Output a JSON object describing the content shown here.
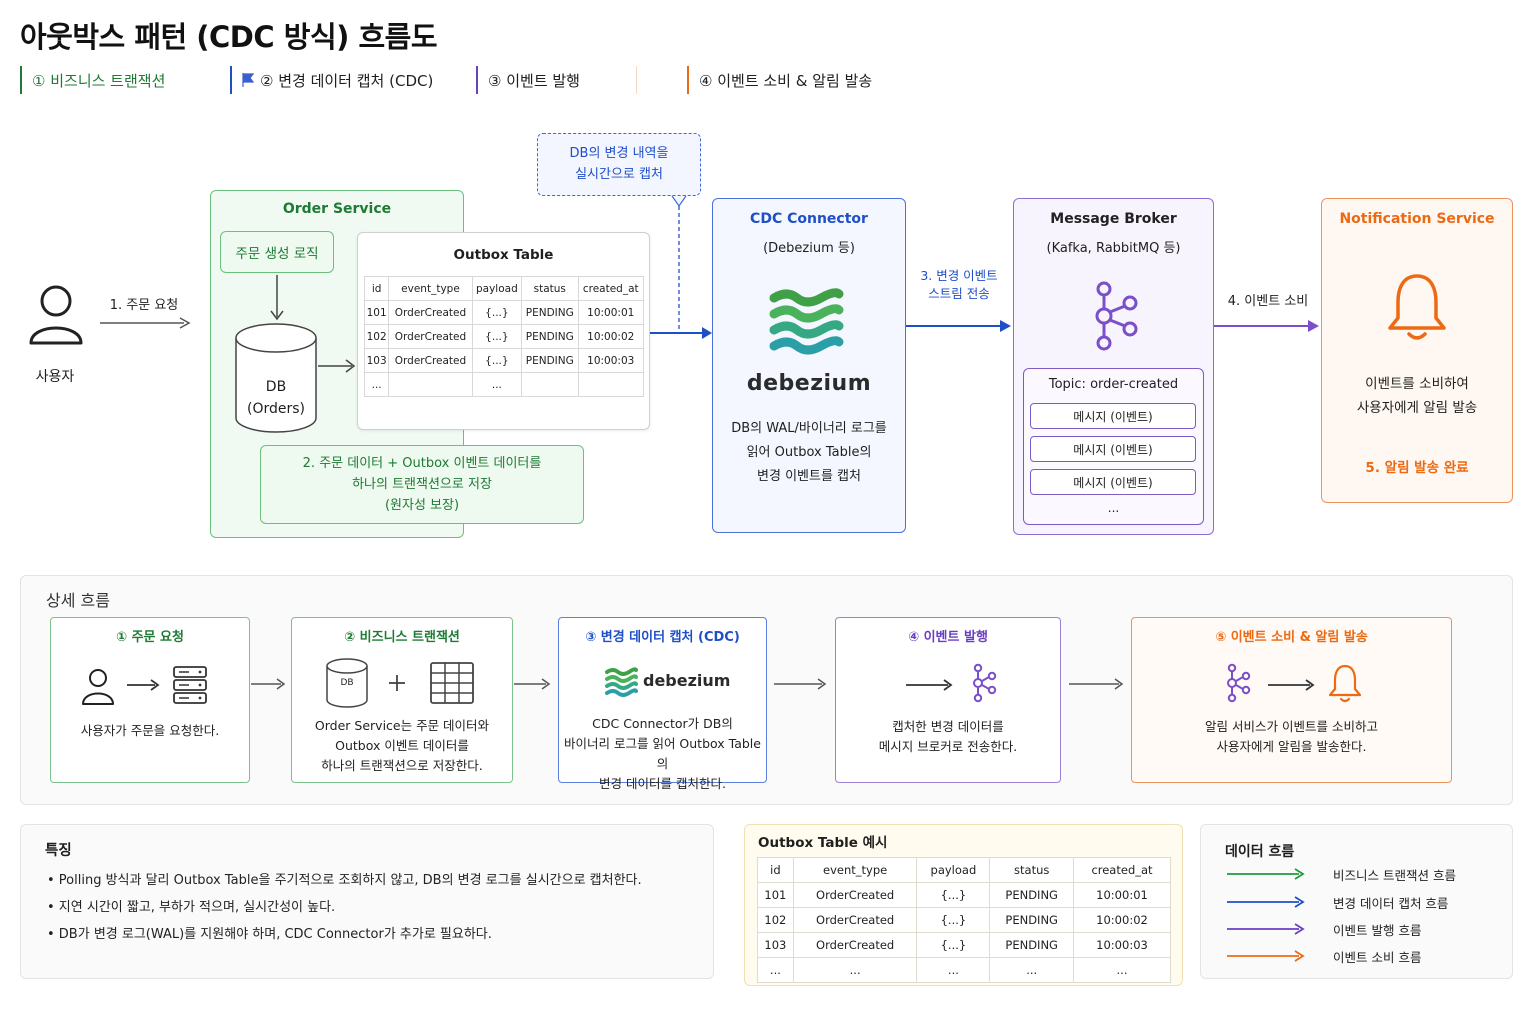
{
  "title": "아웃박스 패턴 (CDC 방식) 흐름도",
  "legend": [
    {
      "label": "① 비즈니스 트랜잭션",
      "color": "#1e7a34"
    },
    {
      "label": "② 변경 데이터 캡처 (CDC)",
      "color": "#1f4fc7"
    },
    {
      "label": "③ 이벤트 발행",
      "color": "#6a3fc1"
    },
    {
      "label": "④ 이벤트 소비 & 알림 발송",
      "color": "#ec6a14"
    }
  ],
  "user": {
    "label": "사용자",
    "arrow_label": "1. 주문 요청"
  },
  "order_service": {
    "title": "Order Service",
    "logic": "주문 생성 로직",
    "db_line1": "DB",
    "db_line2": "(Orders)",
    "note_line1": "2. 주문 데이터 + Outbox 이벤트 데이터를",
    "note_line2": "하나의 트랜잭션으로 저장",
    "note_line3": "(원자성 보장)"
  },
  "outbox_table": {
    "title": "Outbox Table",
    "headers": [
      "id",
      "event_type",
      "payload",
      "status",
      "created_at"
    ],
    "rows": [
      [
        "101",
        "OrderCreated",
        "{...}",
        "PENDING",
        "10:00:01"
      ],
      [
        "102",
        "OrderCreated",
        "{...}",
        "PENDING",
        "10:00:02"
      ],
      [
        "103",
        "OrderCreated",
        "{...}",
        "PENDING",
        "10:00:03"
      ],
      [
        "...",
        "",
        "...",
        "",
        ""
      ]
    ]
  },
  "cdc_callout": {
    "line1": "DB의 변경 내역을",
    "line2": "실시간으로 캡처"
  },
  "cdc_connector": {
    "title": "CDC Connector",
    "subtitle": "(Debezium 등)",
    "logo_text": "debezium",
    "desc_line1": "DB의 WAL/바이너리 로그를",
    "desc_line2": "읽어 Outbox Table의",
    "desc_line3": "변경 이벤트를 캡처"
  },
  "arrow3": {
    "line1": "3. 변경 이벤트",
    "line2": "스트림 전송"
  },
  "broker": {
    "title": "Message Broker",
    "subtitle": "(Kafka, RabbitMQ 등)",
    "topic": "Topic: order-created",
    "messages": [
      "메시지 (이벤트)",
      "메시지 (이벤트)",
      "메시지 (이벤트)"
    ],
    "more": "..."
  },
  "arrow4": {
    "label": "4. 이벤트 소비"
  },
  "notification": {
    "title": "Notification Service",
    "desc_line1": "이벤트를 소비하여",
    "desc_line2": "사용자에게 알림 발송",
    "done": "5. 알림 발송 완료"
  },
  "detail": {
    "title": "상세 흐름",
    "steps": [
      {
        "title": "① 주문 요청",
        "lines": [
          "사용자가 주문을 요청한다."
        ]
      },
      {
        "title": "② 비즈니스 트랜잭션",
        "db_icon": "DB",
        "lines": [
          "Order Service는 주문 데이터와",
          "Outbox 이벤트 데이터를",
          "하나의 트랜잭션으로 저장한다."
        ]
      },
      {
        "title": "③ 변경 데이터 캡처 (CDC)",
        "logo_text": "debezium",
        "lines": [
          "CDC Connector가 DB의",
          "바이너리 로그를 읽어 Outbox Table의",
          "변경 데이터를 캡처한다."
        ]
      },
      {
        "title": "④ 이벤트 발행",
        "lines": [
          "캡처한 변경 데이터를",
          "메시지 브로커로 전송한다."
        ]
      },
      {
        "title": "⑤ 이벤트 소비 & 알림 발송",
        "lines": [
          "알림 서비스가 이벤트를 소비하고",
          "사용자에게 알림을 발송한다."
        ]
      }
    ]
  },
  "features": {
    "title": "특징",
    "items": [
      "• Polling 방식과 달리 Outbox Table을 주기적으로 조회하지 않고, DB의 변경 로그를 실시간으로 캡처한다.",
      "• 지연 시간이 짧고, 부하가 적으며, 실시간성이 높다.",
      "• DB가 변경 로그(WAL)를 지원해야 하며, CDC Connector가 추가로 필요하다."
    ]
  },
  "outbox_example": {
    "title": "Outbox Table 예시",
    "headers": [
      "id",
      "event_type",
      "payload",
      "status",
      "created_at"
    ],
    "rows": [
      [
        "101",
        "OrderCreated",
        "{...}",
        "PENDING",
        "10:00:01"
      ],
      [
        "102",
        "OrderCreated",
        "{...}",
        "PENDING",
        "10:00:02"
      ],
      [
        "103",
        "OrderCreated",
        "{...}",
        "PENDING",
        "10:00:03"
      ],
      [
        "...",
        "...",
        "...",
        "...",
        "..."
      ]
    ]
  },
  "data_flow": {
    "title": "데이터 흐름",
    "items": [
      {
        "label": "비즈니스 트랜잭션 흐름",
        "color": "#1e9a3e"
      },
      {
        "label": "변경 데이터 캡처 흐름",
        "color": "#1f4fc7"
      },
      {
        "label": "이벤트 발행 흐름",
        "color": "#6a3fc1"
      },
      {
        "label": "이벤트 소비 흐름",
        "color": "#ec6a14"
      }
    ]
  }
}
